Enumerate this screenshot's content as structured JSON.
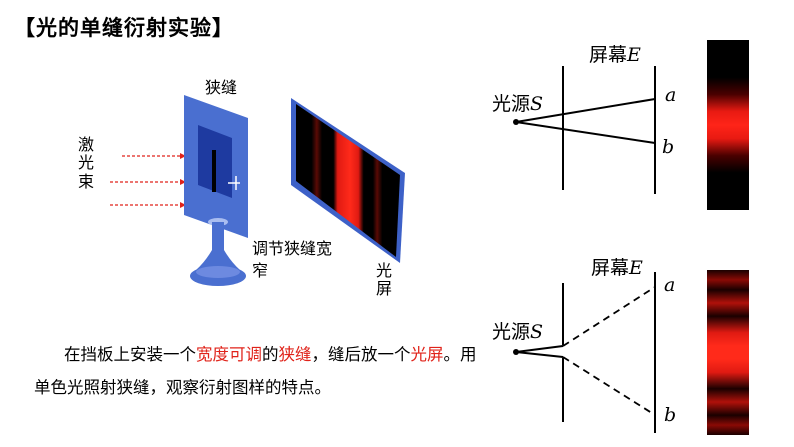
{
  "title": "【光的单缝衍射实验】",
  "apparatus": {
    "slit_label": "狭缝",
    "laser_label": "激光束",
    "adjust_label_1": "调节狭缝宽",
    "adjust_label_2": "窄",
    "screen_label": "光屏"
  },
  "paragraph": {
    "p1": "在挡板上安装一个",
    "p2": "宽度可调",
    "p3": "的",
    "p4": "狭缝",
    "p5": "，缝后放一个",
    "p6": "光屏",
    "p7": "。用单色光照射狭缝，观察衍射图样的特点。"
  },
  "diagram_top": {
    "screen_label": "屏幕",
    "screen_symbol": "E",
    "source_label": "光源",
    "source_symbol": "S",
    "point_a": "a",
    "point_b": "b"
  },
  "diagram_bottom": {
    "screen_label": "屏幕",
    "screen_symbol": "E",
    "source_label": "光源",
    "source_symbol": "S",
    "point_a": "a",
    "point_b": "b"
  },
  "colors": {
    "laser_red": "#e0231a",
    "apparatus_blue": "#4a6fd0",
    "text_red": "#e0231a"
  }
}
